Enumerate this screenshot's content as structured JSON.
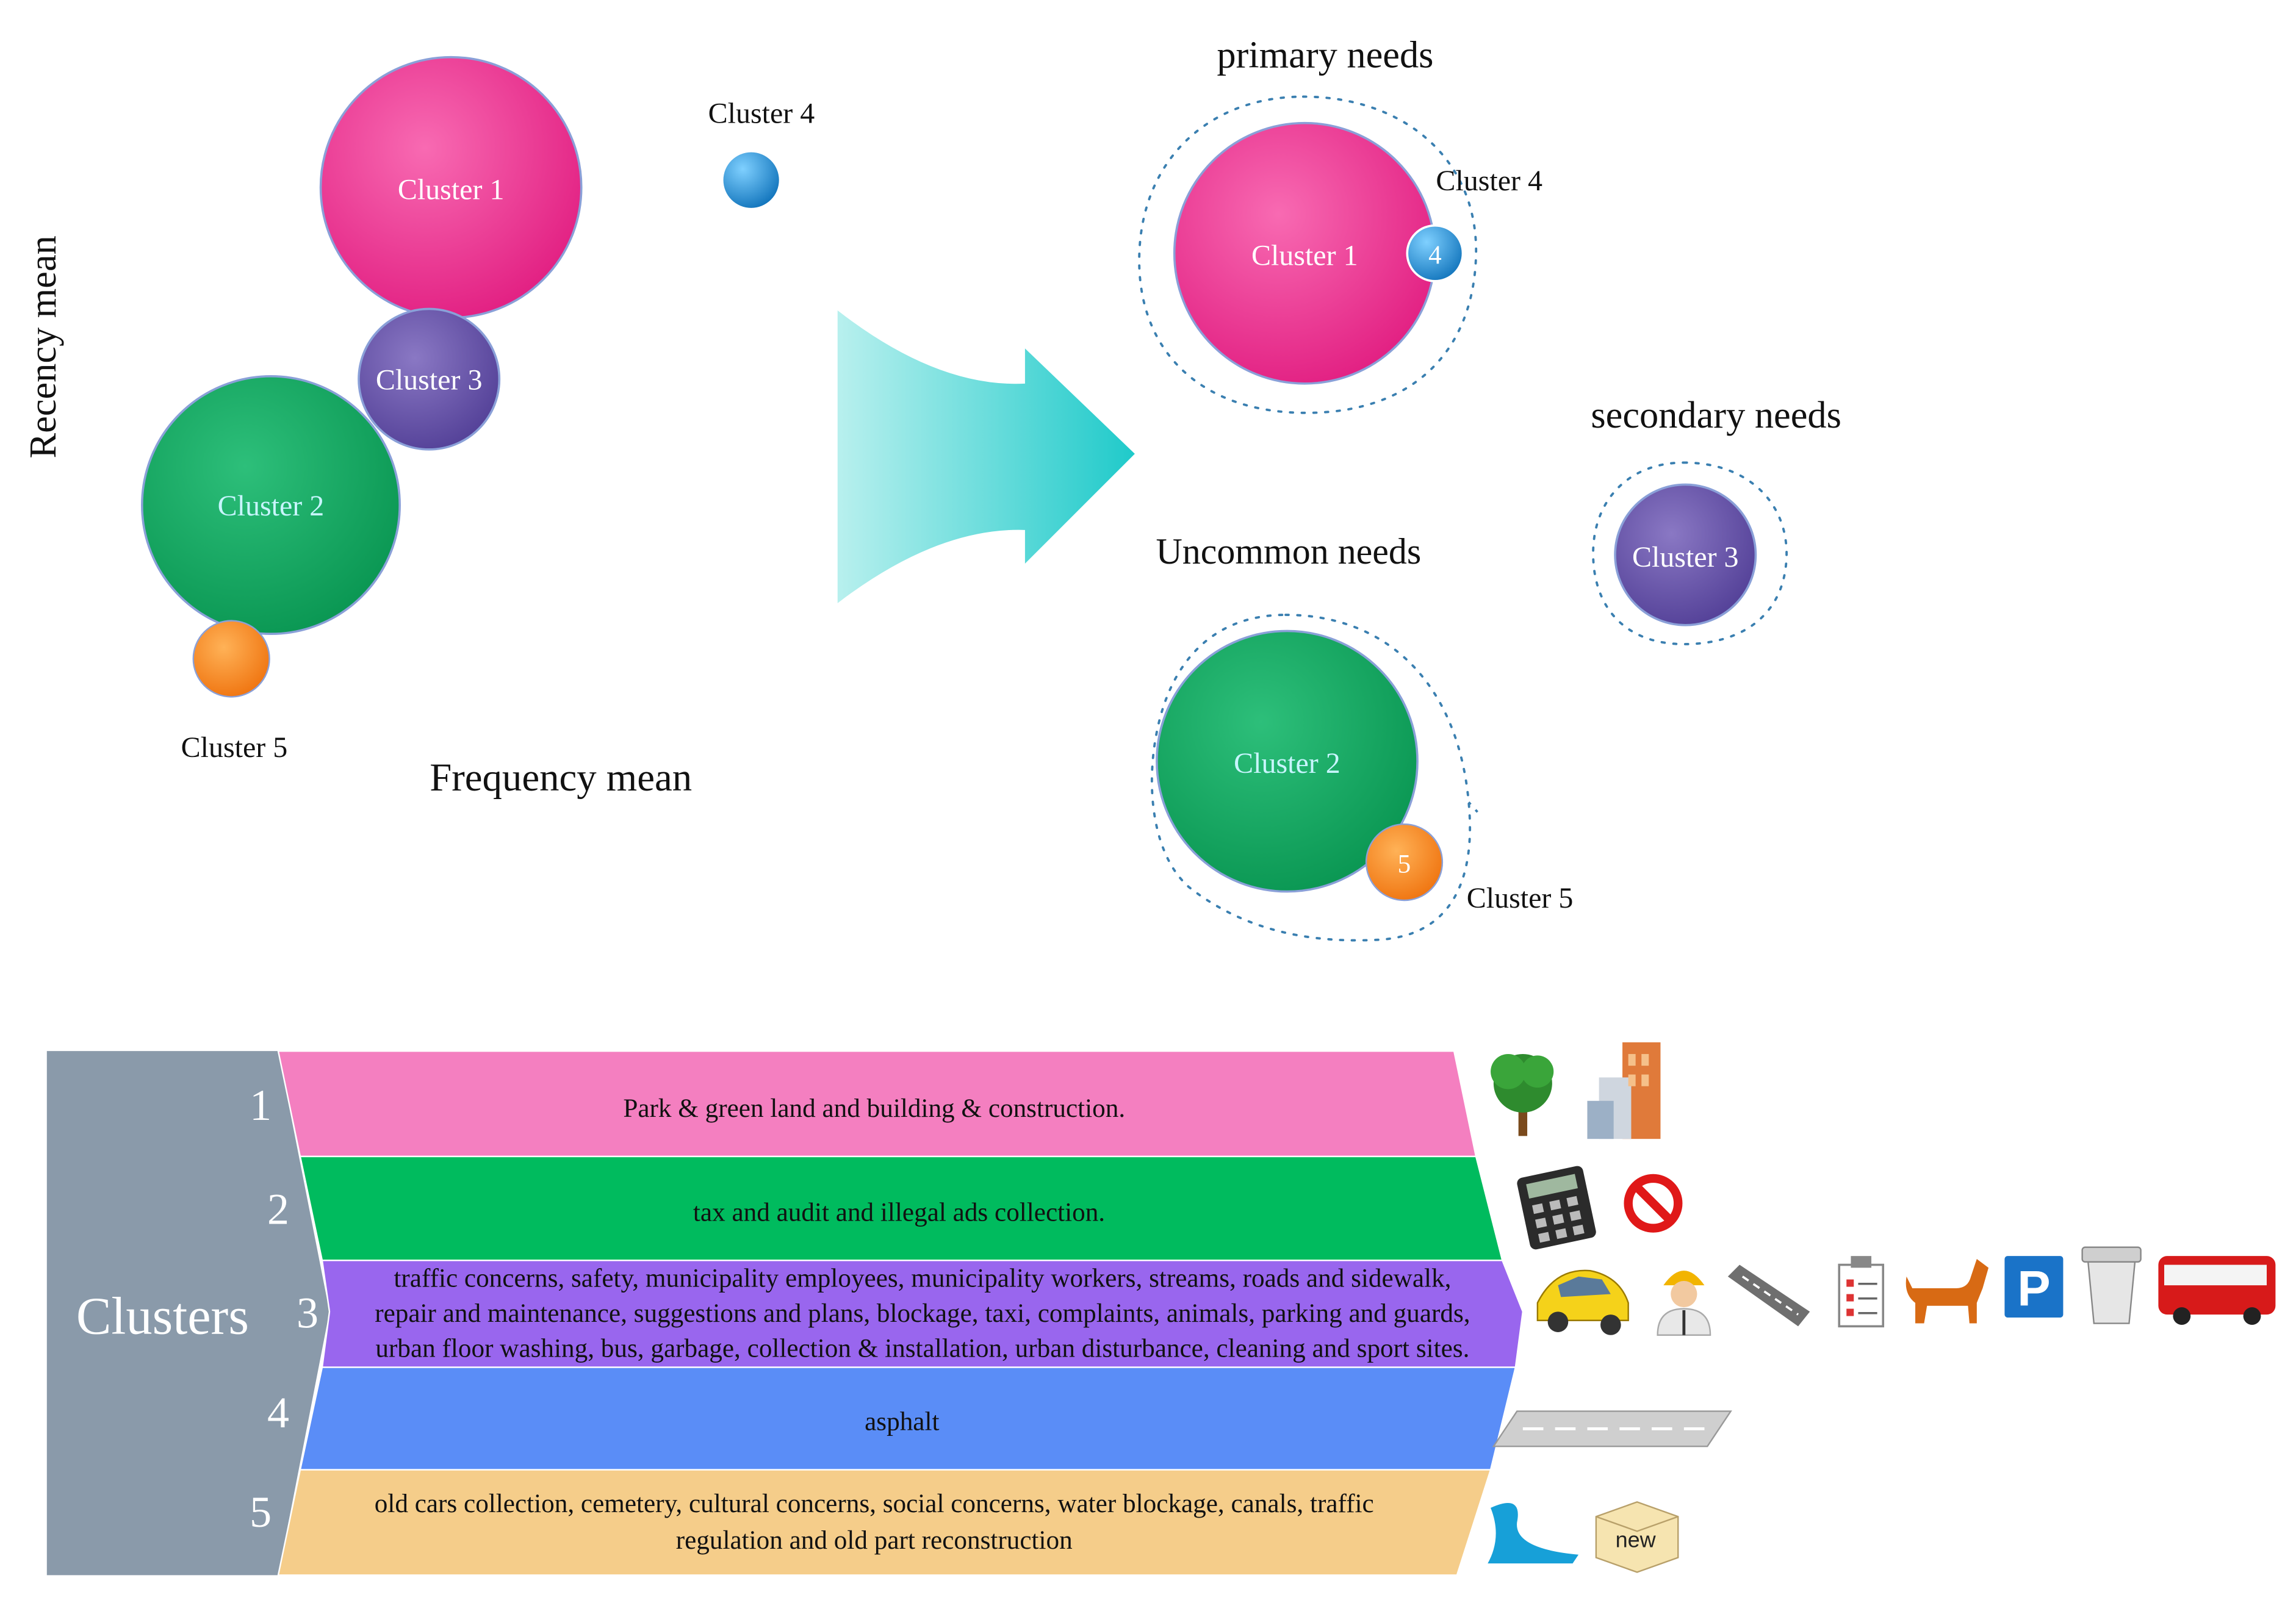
{
  "scatter": {
    "ylabel": "Recency mean",
    "xlabel": "Frequency mean",
    "clusters": [
      {
        "label": "Cluster 1"
      },
      {
        "label": "Cluster 3"
      },
      {
        "label": "Cluster 2"
      },
      {
        "label": "Cluster 4"
      },
      {
        "label": "Cluster 5"
      }
    ]
  },
  "groups": {
    "primary_title": "primary needs",
    "secondary_title": "secondary needs",
    "uncommon_title": "Uncommon needs",
    "primary": {
      "main": "Cluster 1",
      "badge": "4",
      "callout": "Cluster 4"
    },
    "secondary": {
      "main": "Cluster 3"
    },
    "uncommon": {
      "main": "Cluster 2",
      "badge": "5",
      "callout": "Cluster 5"
    }
  },
  "table": {
    "side_label": "Clusters",
    "rows": [
      {
        "num": "1",
        "text": [
          "Park & green land and building & construction."
        ]
      },
      {
        "num": "2",
        "text": [
          "tax and audit and illegal ads collection."
        ]
      },
      {
        "num": "3",
        "text": [
          "traffic concerns, safety, municipality employees, municipality workers, streams, roads and sidewalk,",
          "repair and maintenance, suggestions and plans, blockage, taxi, complaints, animals, parking and guards,",
          "urban floor washing, bus, garbage, collection & installation, urban disturbance, cleaning and sport sites."
        ]
      },
      {
        "num": "4",
        "text": [
          "asphalt"
        ]
      },
      {
        "num": "5",
        "text": [
          "old cars collection, cemetery, cultural concerns, social concerns, water blockage, canals, traffic",
          "regulation and old part reconstruction"
        ]
      }
    ],
    "icons": {
      "parking_letter": "P",
      "box_label": "new"
    }
  },
  "colors": {
    "cluster1": "#ee2f8e",
    "cluster2": "#0aa860",
    "cluster3": "#6a56a8",
    "cluster4": "#1e8fd6",
    "cluster5": "#f48a1c",
    "arrow": "#2fd0d0",
    "row1": "#f47fc0",
    "row2": "#00bb5e",
    "row3": "#9966ee",
    "row4": "#5a8df7",
    "row5": "#f5cd8a",
    "side_panel": "#8a9aaa"
  }
}
